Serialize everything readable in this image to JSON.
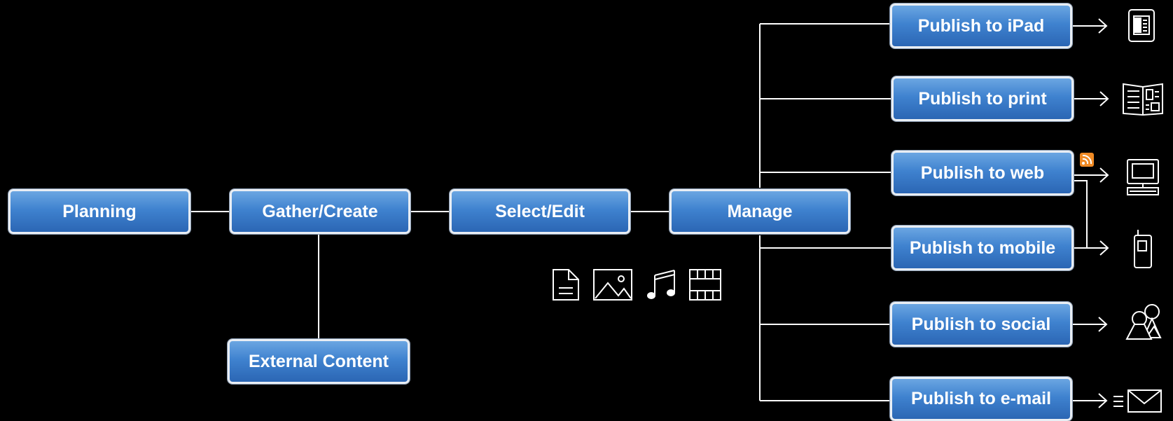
{
  "diagram": {
    "nodes": {
      "planning": "Planning",
      "gather": "Gather/Create",
      "select": "Select/Edit",
      "manage": "Manage",
      "external": "External Content"
    },
    "outputs": [
      {
        "label": "Publish to iPad",
        "icon": "tablet-icon"
      },
      {
        "label": "Publish to print",
        "icon": "newspaper-icon"
      },
      {
        "label": "Publish to web",
        "icon": "computer-icon"
      },
      {
        "label": "Publish to mobile",
        "icon": "mobile-phone-icon"
      },
      {
        "label": "Publish to social",
        "icon": "people-icon"
      },
      {
        "label": "Publish to e-mail",
        "icon": "envelope-icon"
      }
    ],
    "media_icons": [
      "document-icon",
      "image-icon",
      "music-icon",
      "video-icon"
    ],
    "badge_icon": "rss-icon",
    "colors": {
      "box_top": "#6ba6e2",
      "box_bottom": "#2b66b4",
      "border": "#e9eef4",
      "line": "#ffffff",
      "rss": "#f08a24"
    }
  }
}
